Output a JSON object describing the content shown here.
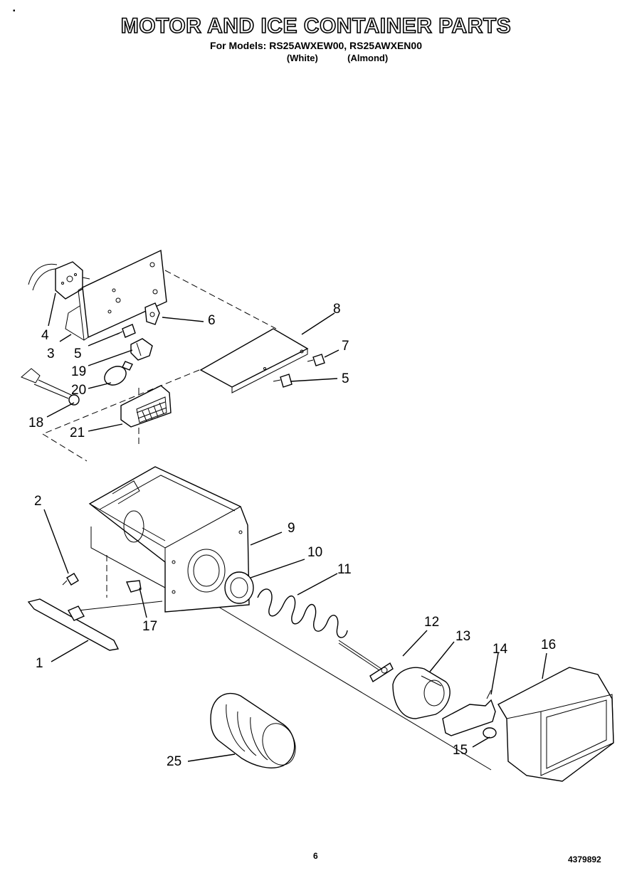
{
  "header": {
    "title": "MOTOR AND ICE CONTAINER PARTS",
    "models_line": "For Models: RS25AWXEW00, RS25AWXEN00",
    "color_white": "(White)",
    "color_almond": "(Almond)"
  },
  "footer": {
    "page_number": "6",
    "doc_number": "4379892",
    "corner_mark": "▪"
  },
  "callouts": {
    "p1": "1",
    "p2": "2",
    "p3": "3",
    "p4": "4",
    "p5a": "5",
    "p5b": "5",
    "p6": "6",
    "p7": "7",
    "p8": "8",
    "p9": "9",
    "p10": "10",
    "p11": "11",
    "p12": "12",
    "p13": "13",
    "p14": "14",
    "p15": "15",
    "p16": "16",
    "p17": "17",
    "p18": "18",
    "p19": "19",
    "p20": "20",
    "p21": "21",
    "p25": "25"
  }
}
